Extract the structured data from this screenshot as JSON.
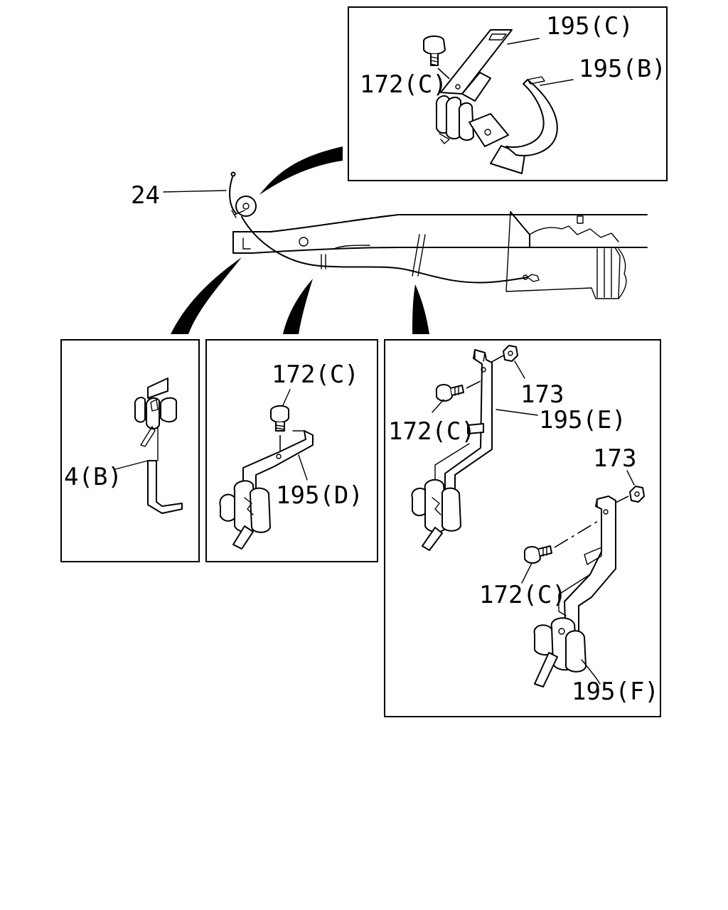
{
  "callouts": {
    "cable": "24",
    "top_bolt": "172(C)",
    "top_clip": "195(C)",
    "top_band": "195(B)",
    "clip_a": "4(B)",
    "mid_bolt": "172(C)",
    "mid_bracket": "195(D)",
    "right_nut_1": "173",
    "right_bolt_1": "172(C)",
    "right_bracket_1": "195(E)",
    "right_nut_2": "173",
    "right_bolt_2": "172(C)",
    "right_bracket_2": "195(F)"
  }
}
